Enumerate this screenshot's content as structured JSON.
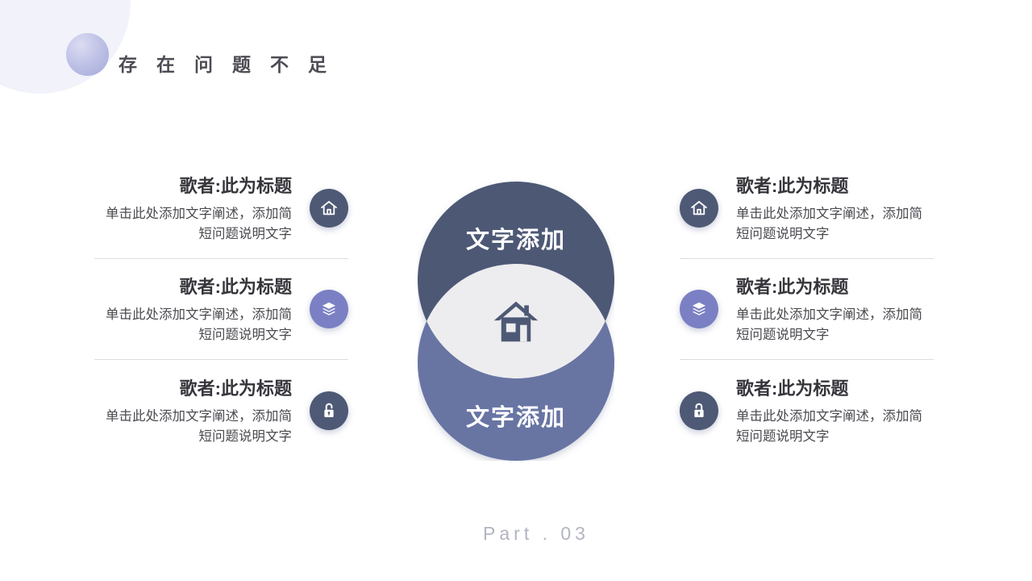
{
  "slide": {
    "title": "存在问题不足",
    "footer": "Part . 03"
  },
  "venn": {
    "top_label": "文字添加",
    "bottom_label": "文字添加",
    "center_icon": "home-icon",
    "colors": {
      "top_circle": "#4e5975",
      "bottom_circle": "#6874a3",
      "overlap": "#ededef",
      "label_text": "#ffffff"
    }
  },
  "left_items": [
    {
      "title": "歌者:此为标题",
      "body": "单击此处添加文字阐述，添加简短问题说明文字",
      "icon": "home-icon",
      "icon_color": "#4e5975"
    },
    {
      "title": "歌者:此为标题",
      "body": "单击此处添加文字阐述，添加简短问题说明文字",
      "icon": "layers-icon",
      "icon_color": "#7a80c3"
    },
    {
      "title": "歌者:此为标题",
      "body": "单击此处添加文字阐述，添加简短问题说明文字",
      "icon": "unlock-icon",
      "icon_color": "#4e5975"
    }
  ],
  "right_items": [
    {
      "title": "歌者:此为标题",
      "body": "单击此处添加文字阐述，添加简短问题说明文字",
      "icon": "home-icon",
      "icon_color": "#4e5975"
    },
    {
      "title": "歌者:此为标题",
      "body": "单击此处添加文字阐述，添加简短问题说明文字",
      "icon": "layers-icon",
      "icon_color": "#7a80c3"
    },
    {
      "title": "歌者:此为标题",
      "body": "单击此处添加文字阐述，添加简短问题说明文字",
      "icon": "unlock-icon",
      "icon_color": "#4e5975"
    }
  ],
  "decor": {
    "big_circle_color": "#f2f2fb",
    "dot_circle_color": "#a6aad9",
    "divider_color": "#dcdce1",
    "title_color": "#4c4c54",
    "footer_color": "#b2b5c1"
  }
}
